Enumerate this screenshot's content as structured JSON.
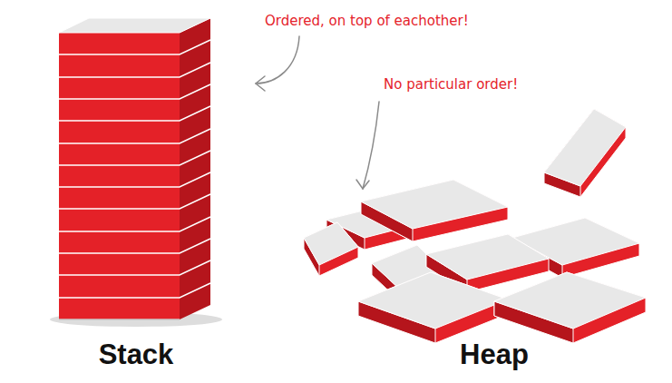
{
  "diagram": {
    "labels": [
      "Ordered, on top of eachother!",
      "No particular order!",
      "Stack",
      "Heap"
    ]
  }
}
